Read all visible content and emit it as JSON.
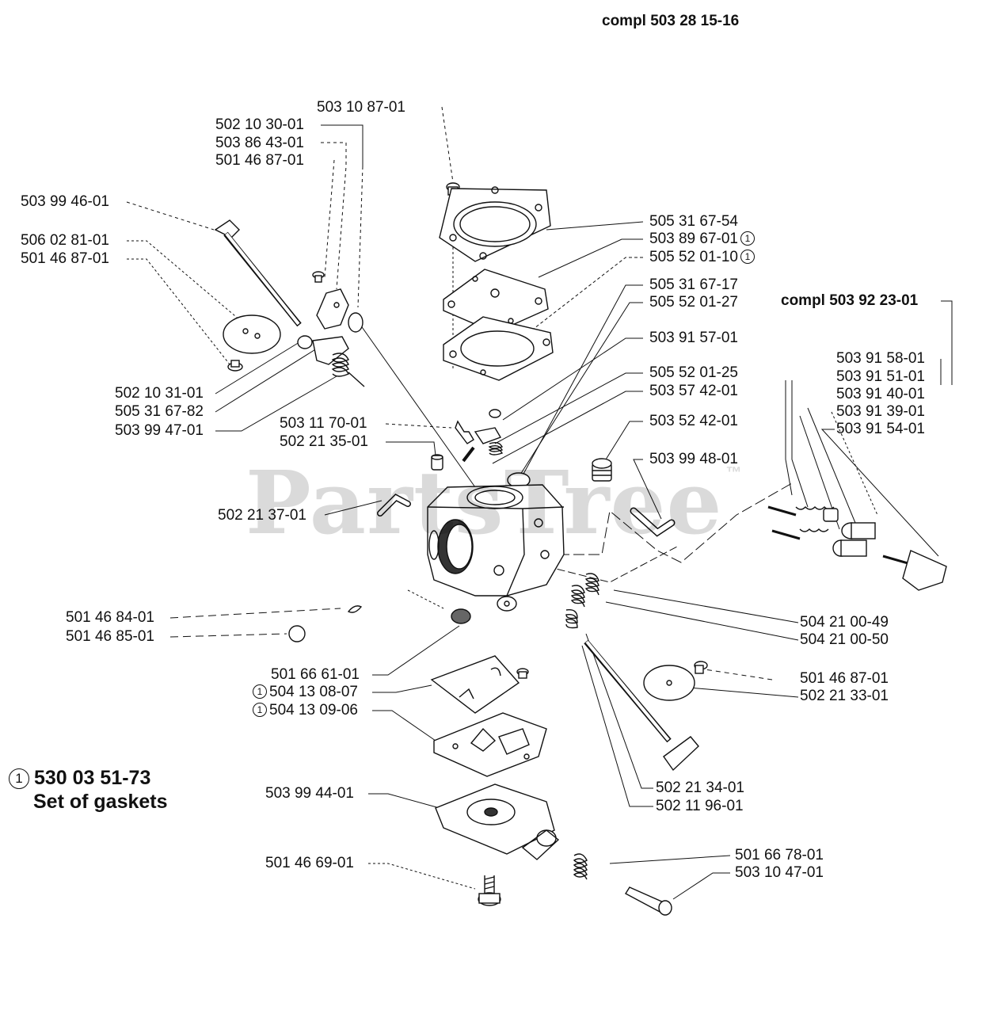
{
  "header": {
    "assembly_label": "compl 503 28 15-16"
  },
  "watermark": {
    "text": "PartsTree",
    "tm": "™"
  },
  "set_of_gaskets": {
    "marker": "1",
    "number": "530 03 51-73",
    "title": "Set of gaskets"
  },
  "labels": {
    "p503_10_87_01": "503 10 87-01",
    "p502_10_30_01": "502 10 30-01",
    "p503_86_43_01": "503 86 43-01",
    "p501_46_87_01_top": "501 46 87-01",
    "p503_99_46_01": "503 99 46-01",
    "p506_02_81_01": "506 02 81-01",
    "p501_46_87_01_left": "501 46 87-01",
    "p505_31_67_54": "505 31 67-54",
    "p503_89_67_01": "503 89 67-01",
    "p505_52_01_10": "505 52 01-10",
    "p505_31_67_17": "505 31 67-17",
    "p505_52_01_27": "505 52 01-27",
    "compl_503_92_23_01": "compl 503 92 23-01",
    "p503_91_57_01": "503 91 57-01",
    "p503_91_58_01": "503 91 58-01",
    "p503_91_51_01": "503 91 51-01",
    "p503_91_40_01": "503 91 40-01",
    "p503_91_39_01": "503 91 39-01",
    "p503_91_54_01": "503 91 54-01",
    "p505_52_01_25": "505 52 01-25",
    "p503_57_42_01": "503 57 42-01",
    "p502_10_31_01": "502 10 31-01",
    "p505_31_67_82": "505 31 67-82",
    "p503_99_47_01": "503 99 47-01",
    "p503_11_70_01": "503 11 70-01",
    "p502_21_35_01": "502 21 35-01",
    "p503_52_42_01": "503 52 42-01",
    "p503_99_48_01": "503 99 48-01",
    "p502_21_37_01": "502 21 37-01",
    "p501_46_84_01": "501 46 84-01",
    "p501_46_85_01": "501 46 85-01",
    "p504_21_00_49": "504 21 00-49",
    "p504_21_00_50": "504 21 00-50",
    "p501_66_61_01": "501 66 61-01",
    "p504_13_08_07": "504 13 08-07",
    "p504_13_09_06": "504 13 09-06",
    "p501_46_87_01_right": "501 46 87-01",
    "p502_21_33_01": "502 21 33-01",
    "p502_21_34_01": "502 21 34-01",
    "p502_11_96_01": "502 11 96-01",
    "p503_99_44_01": "503 99 44-01",
    "p501_46_69_01": "501 46 69-01",
    "p501_66_78_01": "501 66 78-01",
    "p503_10_47_01": "503 10 47-01"
  },
  "gasket_markers": {
    "p503_89_67_01": "1",
    "p505_52_01_10": "1",
    "p504_13_08_07": "1",
    "p504_13_09_06": "1"
  }
}
